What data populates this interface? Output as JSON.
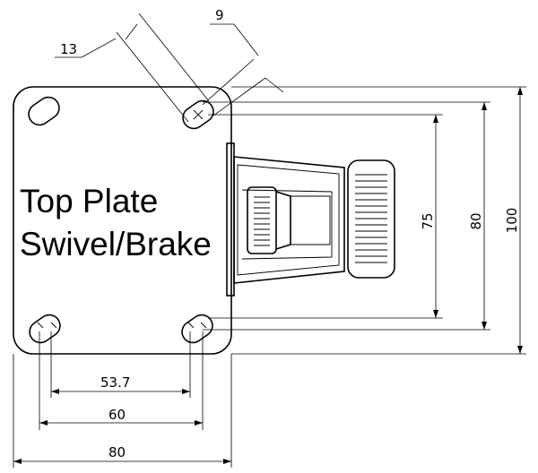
{
  "title": {
    "line1": "Top Plate",
    "line2": "Swivel/Brake"
  },
  "dimensions": {
    "slot_length": "13",
    "slot_width": "9",
    "hole_spacing_inner": "53.7",
    "hole_spacing_outer": "60",
    "plate_width": "80",
    "hole_spacing_vertical_inner": "75",
    "hole_spacing_vertical_outer": "80",
    "plate_length": "100"
  }
}
